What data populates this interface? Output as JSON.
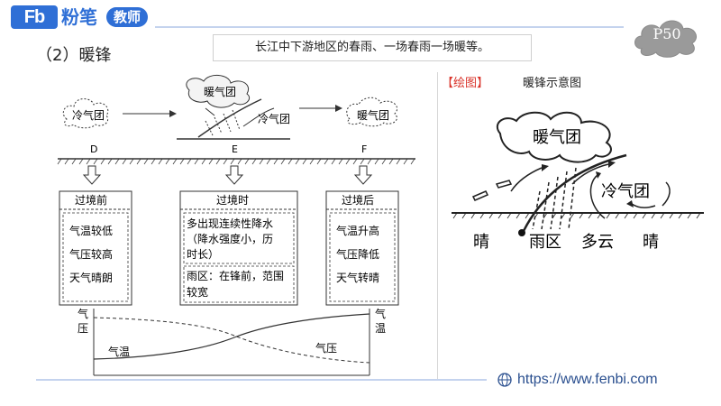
{
  "header": {
    "logo": "Fb",
    "brand": "粉笔",
    "badge": "教师",
    "page": "P50"
  },
  "section_title": "（2）暖锋",
  "caption": "长江中下游地区的春雨、一场春雨一场暖等。",
  "main_diagram": {
    "top": {
      "d_cold": "冷气团",
      "e_warm": "暖气团",
      "e_cold": "冷气团",
      "f_warm": "暖气团",
      "d": "D",
      "e": "E",
      "f": "F"
    },
    "boxes": {
      "before": {
        "title": "过境前",
        "lines": [
          "气温较低",
          "气压较高",
          "天气晴朗"
        ]
      },
      "during": {
        "title": "过境时",
        "lines": [
          "多出现连续性降水",
          "（降水强度小，历",
          "时长）",
          "雨区：在锋前，范围",
          "较宽"
        ]
      },
      "after": {
        "title": "过境后",
        "lines": [
          "气温升高",
          "气压降低",
          "天气转晴"
        ]
      }
    },
    "curve": {
      "left_axis": [
        "气",
        "压"
      ],
      "right_axis": [
        "气",
        "温"
      ],
      "temp_label": "气温",
      "pressure_label": "气压"
    }
  },
  "sketch": {
    "tag": "【绘图】",
    "title": "暖锋示意图",
    "warm": "暖气团",
    "cold": "冷气团",
    "ground": [
      "晴",
      "雨区",
      "多云",
      "晴"
    ]
  },
  "footer": {
    "url": "https://www.fenbi.com"
  }
}
